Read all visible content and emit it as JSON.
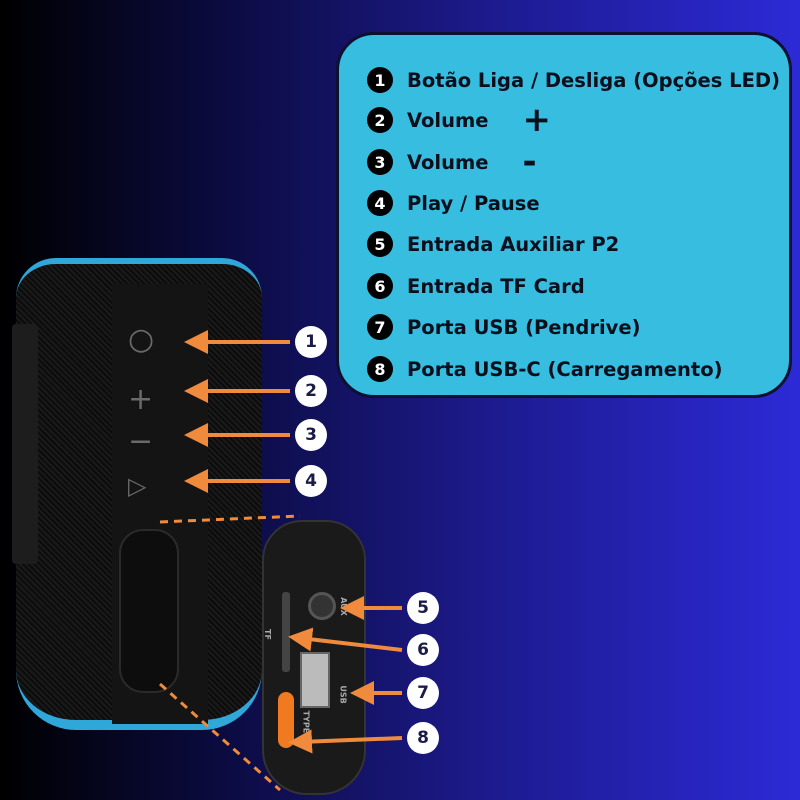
{
  "legend": [
    {
      "num": "1",
      "label": "Botão Liga / Desliga (Opções LED)",
      "symbol": ""
    },
    {
      "num": "2",
      "label": "Volume",
      "symbol": "+"
    },
    {
      "num": "3",
      "label": "Volume",
      "symbol": "-"
    },
    {
      "num": "4",
      "label": "Play / Pause",
      "symbol": ""
    },
    {
      "num": "5",
      "label": "Entrada Auxiliar P2",
      "symbol": ""
    },
    {
      "num": "6",
      "label": "Entrada TF Card",
      "symbol": ""
    },
    {
      "num": "7",
      "label": "Porta USB (Pendrive)",
      "symbol": ""
    },
    {
      "num": "8",
      "label": "Porta USB-C (Carregamento)",
      "symbol": ""
    }
  ],
  "port_labels": {
    "aux": "AUX",
    "tf": "TF",
    "usb": "USB",
    "typec": "TYPE-C"
  },
  "colors": {
    "accent": "#f08a3c",
    "box": "#36bde0",
    "trim": "#2fa7d8"
  }
}
